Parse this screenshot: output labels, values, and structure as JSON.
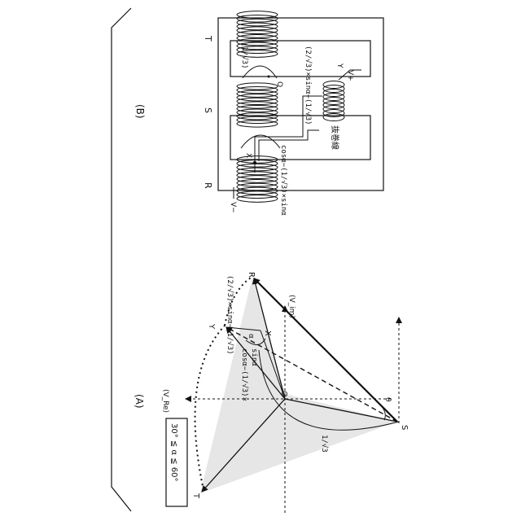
{
  "panel_a": {
    "label": "(A)",
    "angle_range": "30° ≦ α ≦ 60°",
    "axis_re": "(V_Re)",
    "axis_im": "(V_im)",
    "points": {
      "T": "T",
      "R": "R",
      "S": "S",
      "O": "O",
      "Y": "Y",
      "X": "X"
    },
    "theta": "θ",
    "alpha": "α",
    "len_1_sqrt3": "1/√3",
    "expr_cos": "cosα−(1/√3)×",
    "expr_sin": "sinα",
    "expr_top": "(2/√3)×sinα−(1/√3)"
  },
  "panel_b": {
    "label": "(B)",
    "phase_labels": [
      "R",
      "S",
      "T"
    ],
    "v_minus": "V−",
    "v_plus": "V+",
    "point_x": "X",
    "point_y": "Y",
    "point_o": "O",
    "coil_t_label": "(1/√3)",
    "expr_mid": "(2/√3)×sinα−(1/√3)",
    "expr_bottom": "cosα−(1/√3)×sinα",
    "tap_winding": "抜巻線"
  },
  "colors": {
    "ink": "#111111",
    "shade": "#e6e6e6"
  }
}
